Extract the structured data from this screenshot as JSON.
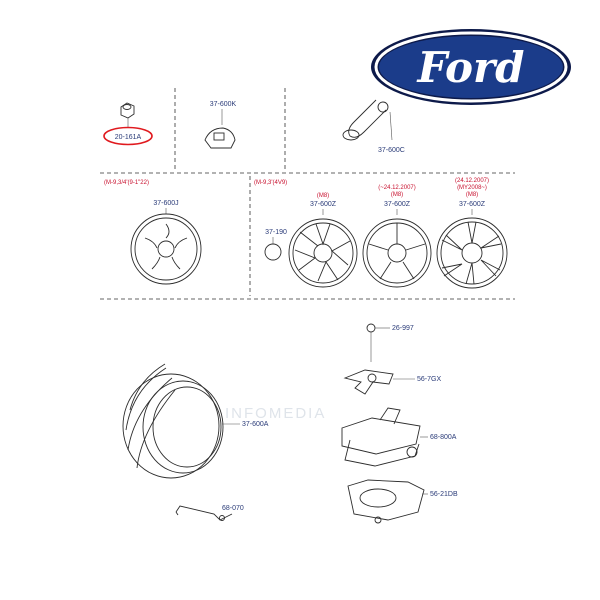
{
  "brand": {
    "logo_text": "Ford",
    "logo_colors": {
      "fill": "#1b3c8a",
      "ring": "#ffffff",
      "outer": "#0d1a4a"
    }
  },
  "watermark": "INFOMEDIA",
  "highlight_color": "#e0191e",
  "parts": [
    {
      "id": "p1",
      "label": "20-161A",
      "highlighted": true
    },
    {
      "id": "p2",
      "label": "37-600K"
    },
    {
      "id": "p3",
      "label": "37-600C"
    },
    {
      "id": "p4",
      "label": "37-600J"
    },
    {
      "id": "p5",
      "label": "37-190"
    },
    {
      "id": "p6",
      "label": "37-600Z"
    },
    {
      "id": "p7",
      "label": "37-600Z"
    },
    {
      "id": "p8",
      "label": "37-600Z"
    },
    {
      "id": "p9",
      "label": "26-997"
    },
    {
      "id": "p10",
      "label": "56-7GX"
    },
    {
      "id": "p11",
      "label": "37-600A"
    },
    {
      "id": "p12",
      "label": "68-800A"
    },
    {
      "id": "p13",
      "label": "56-21DB"
    },
    {
      "id": "p14",
      "label": "68-070"
    }
  ],
  "notes": {
    "n1": "(M-9,3/4'(9-1\"22)",
    "n2": "(M-9,3'(4V9)",
    "n3": "(M8)",
    "n4": "(~24.12.2007)",
    "n5": "(M8)",
    "n6": "(24.12.2007)",
    "n7": "(MY2008~)",
    "n8": "(M8)"
  }
}
